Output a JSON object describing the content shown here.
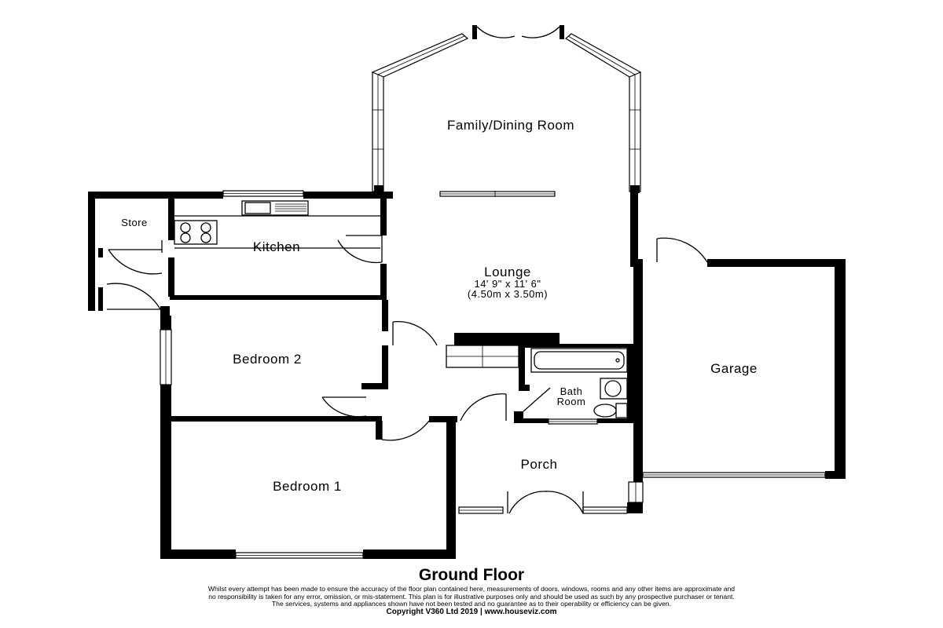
{
  "rooms": {
    "family_dining": "Family/Dining Room",
    "store": "Store",
    "kitchen": "Kitchen",
    "lounge": "Lounge",
    "lounge_dim_imperial": "14' 9\" x 11' 6\"",
    "lounge_dim_metric": "(4.50m x 3.50m)",
    "bedroom2": "Bedroom 2",
    "garage": "Garage",
    "bath_line1": "Bath",
    "bath_line2": "Room",
    "porch": "Porch",
    "bedroom1": "Bedroom 1"
  },
  "footer": {
    "title": "Ground Floor",
    "disclaimer_line1": "Whilst every attempt has been made to ensure the accuracy of the floor plan contained here, measurements of doors, windows, rooms and any other items are approximate and",
    "disclaimer_line2": "no responsibility is taken for any error, omission, or mis-statement. This plan is for illustrative purposes only and should be used as such by any prospective purchaser or tenant.",
    "disclaimer_line3": "The services, systems and appliances shown have not been tested and no guarantee as to their operability or efficiency can be given.",
    "copyright": "Copyright V360 Ltd 2019 | www.houseviz.com"
  }
}
